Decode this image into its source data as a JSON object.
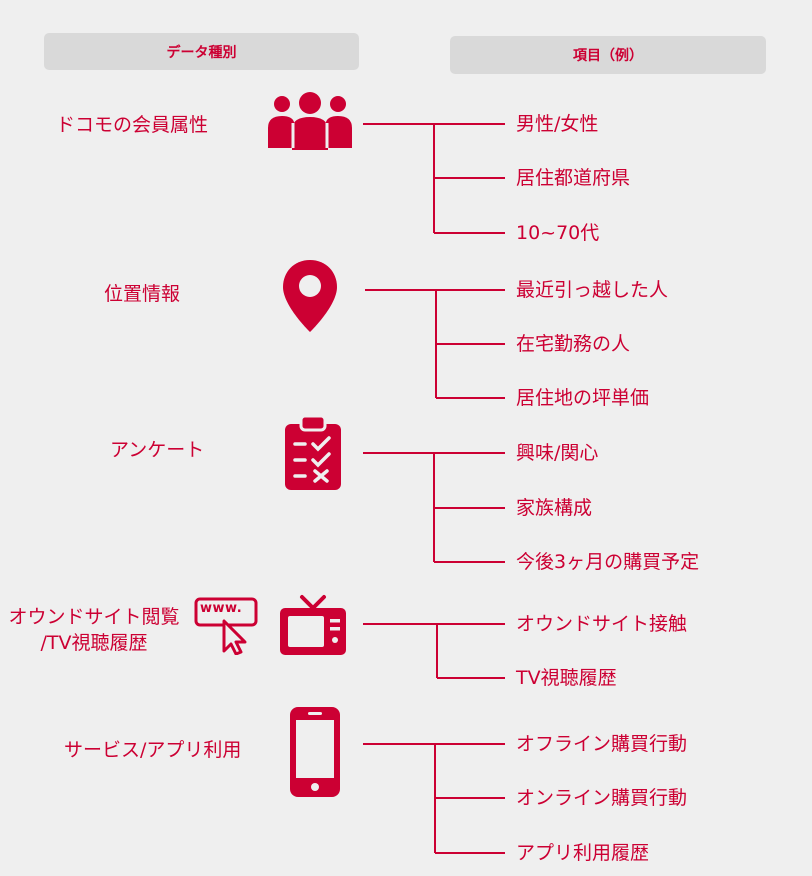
{
  "headers": {
    "data_type": "データ種別",
    "items_example": "項目（例）"
  },
  "accent_color": "#cc0033",
  "groups": [
    {
      "category": "ドコモの会員属性",
      "icon": "people-icon",
      "items": [
        "男性/女性",
        "居住都道府県",
        "10~70代"
      ]
    },
    {
      "category": "位置情報",
      "icon": "location-pin-icon",
      "items": [
        "最近引っ越した人",
        "在宅勤務の人",
        "居住地の坪単価"
      ]
    },
    {
      "category": "アンケート",
      "icon": "clipboard-checklist-icon",
      "items": [
        "興味/関心",
        "家族構成",
        "今後3ヶ月の購買予定"
      ]
    },
    {
      "category_line1": "オウンドサイト閲覧",
      "category_line2": "/TV視聴履歴",
      "icon": "tv-icon",
      "icon_extra": "www-cursor-icon",
      "icon_extra_text": "www.",
      "items": [
        "オウンドサイト接触",
        "TV視聴履歴"
      ]
    },
    {
      "category": "サービス/アプリ利用",
      "icon": "smartphone-icon",
      "items": [
        "オフライン購買行動",
        "オンライン購買行動",
        "アプリ利用履歴"
      ]
    }
  ]
}
